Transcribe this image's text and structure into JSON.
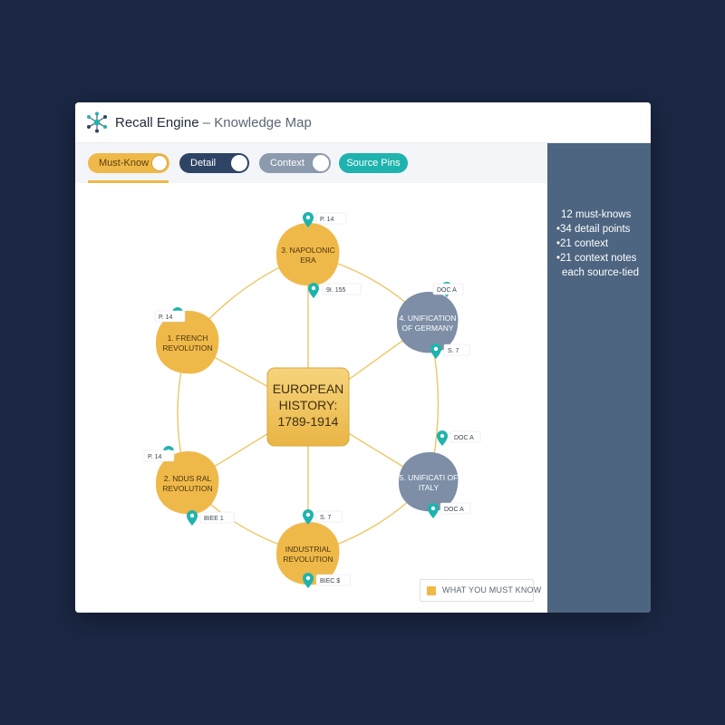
{
  "app": {
    "name": "Recall Engine",
    "separator": "–",
    "view": "Knowledge Map"
  },
  "toolbar": {
    "toggles": [
      {
        "label": "Must-Know",
        "on": true
      },
      {
        "label": "Detail",
        "on": true
      },
      {
        "label": "Context",
        "on": true
      },
      {
        "label": "Source Pins"
      }
    ]
  },
  "map": {
    "center": {
      "lines": [
        "EUROPEAN",
        "HISTORY:",
        "1789-1914"
      ]
    },
    "nodes": [
      {
        "id": "napoleonic",
        "lines": [
          "3. NAPOLONIC",
          "ERA"
        ],
        "kind": "must",
        "pins": [
          {
            "label": "P. 14"
          },
          {
            "label": "9I. 155"
          }
        ]
      },
      {
        "id": "germany",
        "lines": [
          "4. UNIFICATION",
          "OF GERMANY"
        ],
        "kind": "context",
        "pins": [
          {
            "label": "DOC A"
          },
          {
            "label": "S. 7"
          }
        ]
      },
      {
        "id": "italy",
        "lines": [
          "5. UNIFICATI OF",
          "ITALY"
        ],
        "kind": "context",
        "pins": [
          {
            "label": "DOC A"
          },
          {
            "label": "DOC A"
          }
        ]
      },
      {
        "id": "industrial",
        "lines": [
          "INDUSTRIAL",
          "REVOLUTION"
        ],
        "kind": "must",
        "pins": [
          {
            "label": "S. 7"
          },
          {
            "label": "BIEC $"
          }
        ]
      },
      {
        "id": "indus-ral",
        "lines": [
          "2. NDUS RAL",
          "REVOLUTION"
        ],
        "kind": "must",
        "pins": [
          {
            "label": "P. 14"
          },
          {
            "label": "BIEE 1"
          }
        ]
      },
      {
        "id": "french",
        "lines": [
          "1. FRENCH",
          "REVOLUTION"
        ],
        "kind": "must",
        "pins": [
          {
            "label": "P. 14"
          }
        ]
      }
    ]
  },
  "legend": {
    "label": "WHAT YOU MUST KNOW"
  },
  "sidebar": {
    "stats": [
      "12 must-knows",
      "34 detail points",
      "21 context",
      "21 context notes",
      "each source-tied"
    ]
  },
  "colors": {
    "must": "#efb949",
    "context": "#7d8ea6",
    "pin": "#1fb3ae",
    "edge": "#ecc766",
    "sidebar": "#4d6580",
    "background": "#1b2744"
  },
  "icons": {
    "app_logo": "network-icon",
    "pin": "location-pin-icon",
    "knob": "toggle-knob"
  }
}
